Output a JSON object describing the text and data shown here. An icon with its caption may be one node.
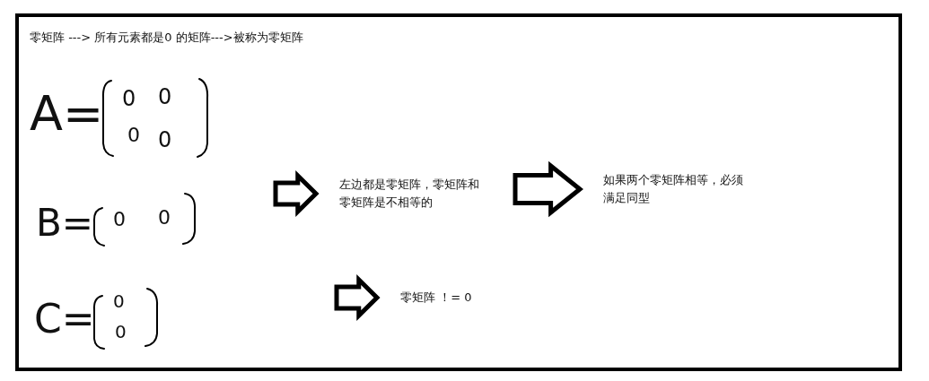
{
  "diagram": {
    "title": "零矩阵 ---> 所有元素都是0 的矩阵--->被称为零矩阵",
    "nodes": [
      {
        "text": [
          "左边都是零矩阵，零矩阵和零矩阵是不相等的"
        ]
      },
      {
        "text": [
          "如果两个零矩阵相等，必须满足同型"
        ]
      },
      {
        "text": [
          "零矩阵 ！= 0"
        ]
      }
    ],
    "edges": [
      {
        "from": null,
        "to": 0,
        "arrow": "to"
      },
      {
        "from": 0,
        "to": 1,
        "arrow": "to"
      },
      {
        "from": null,
        "to": 2,
        "arrow": "to"
      }
    ],
    "labels": [
      "A=",
      "0",
      "0",
      "0",
      "0",
      "B=",
      "0",
      "0",
      "C=",
      "0",
      "0"
    ]
  }
}
